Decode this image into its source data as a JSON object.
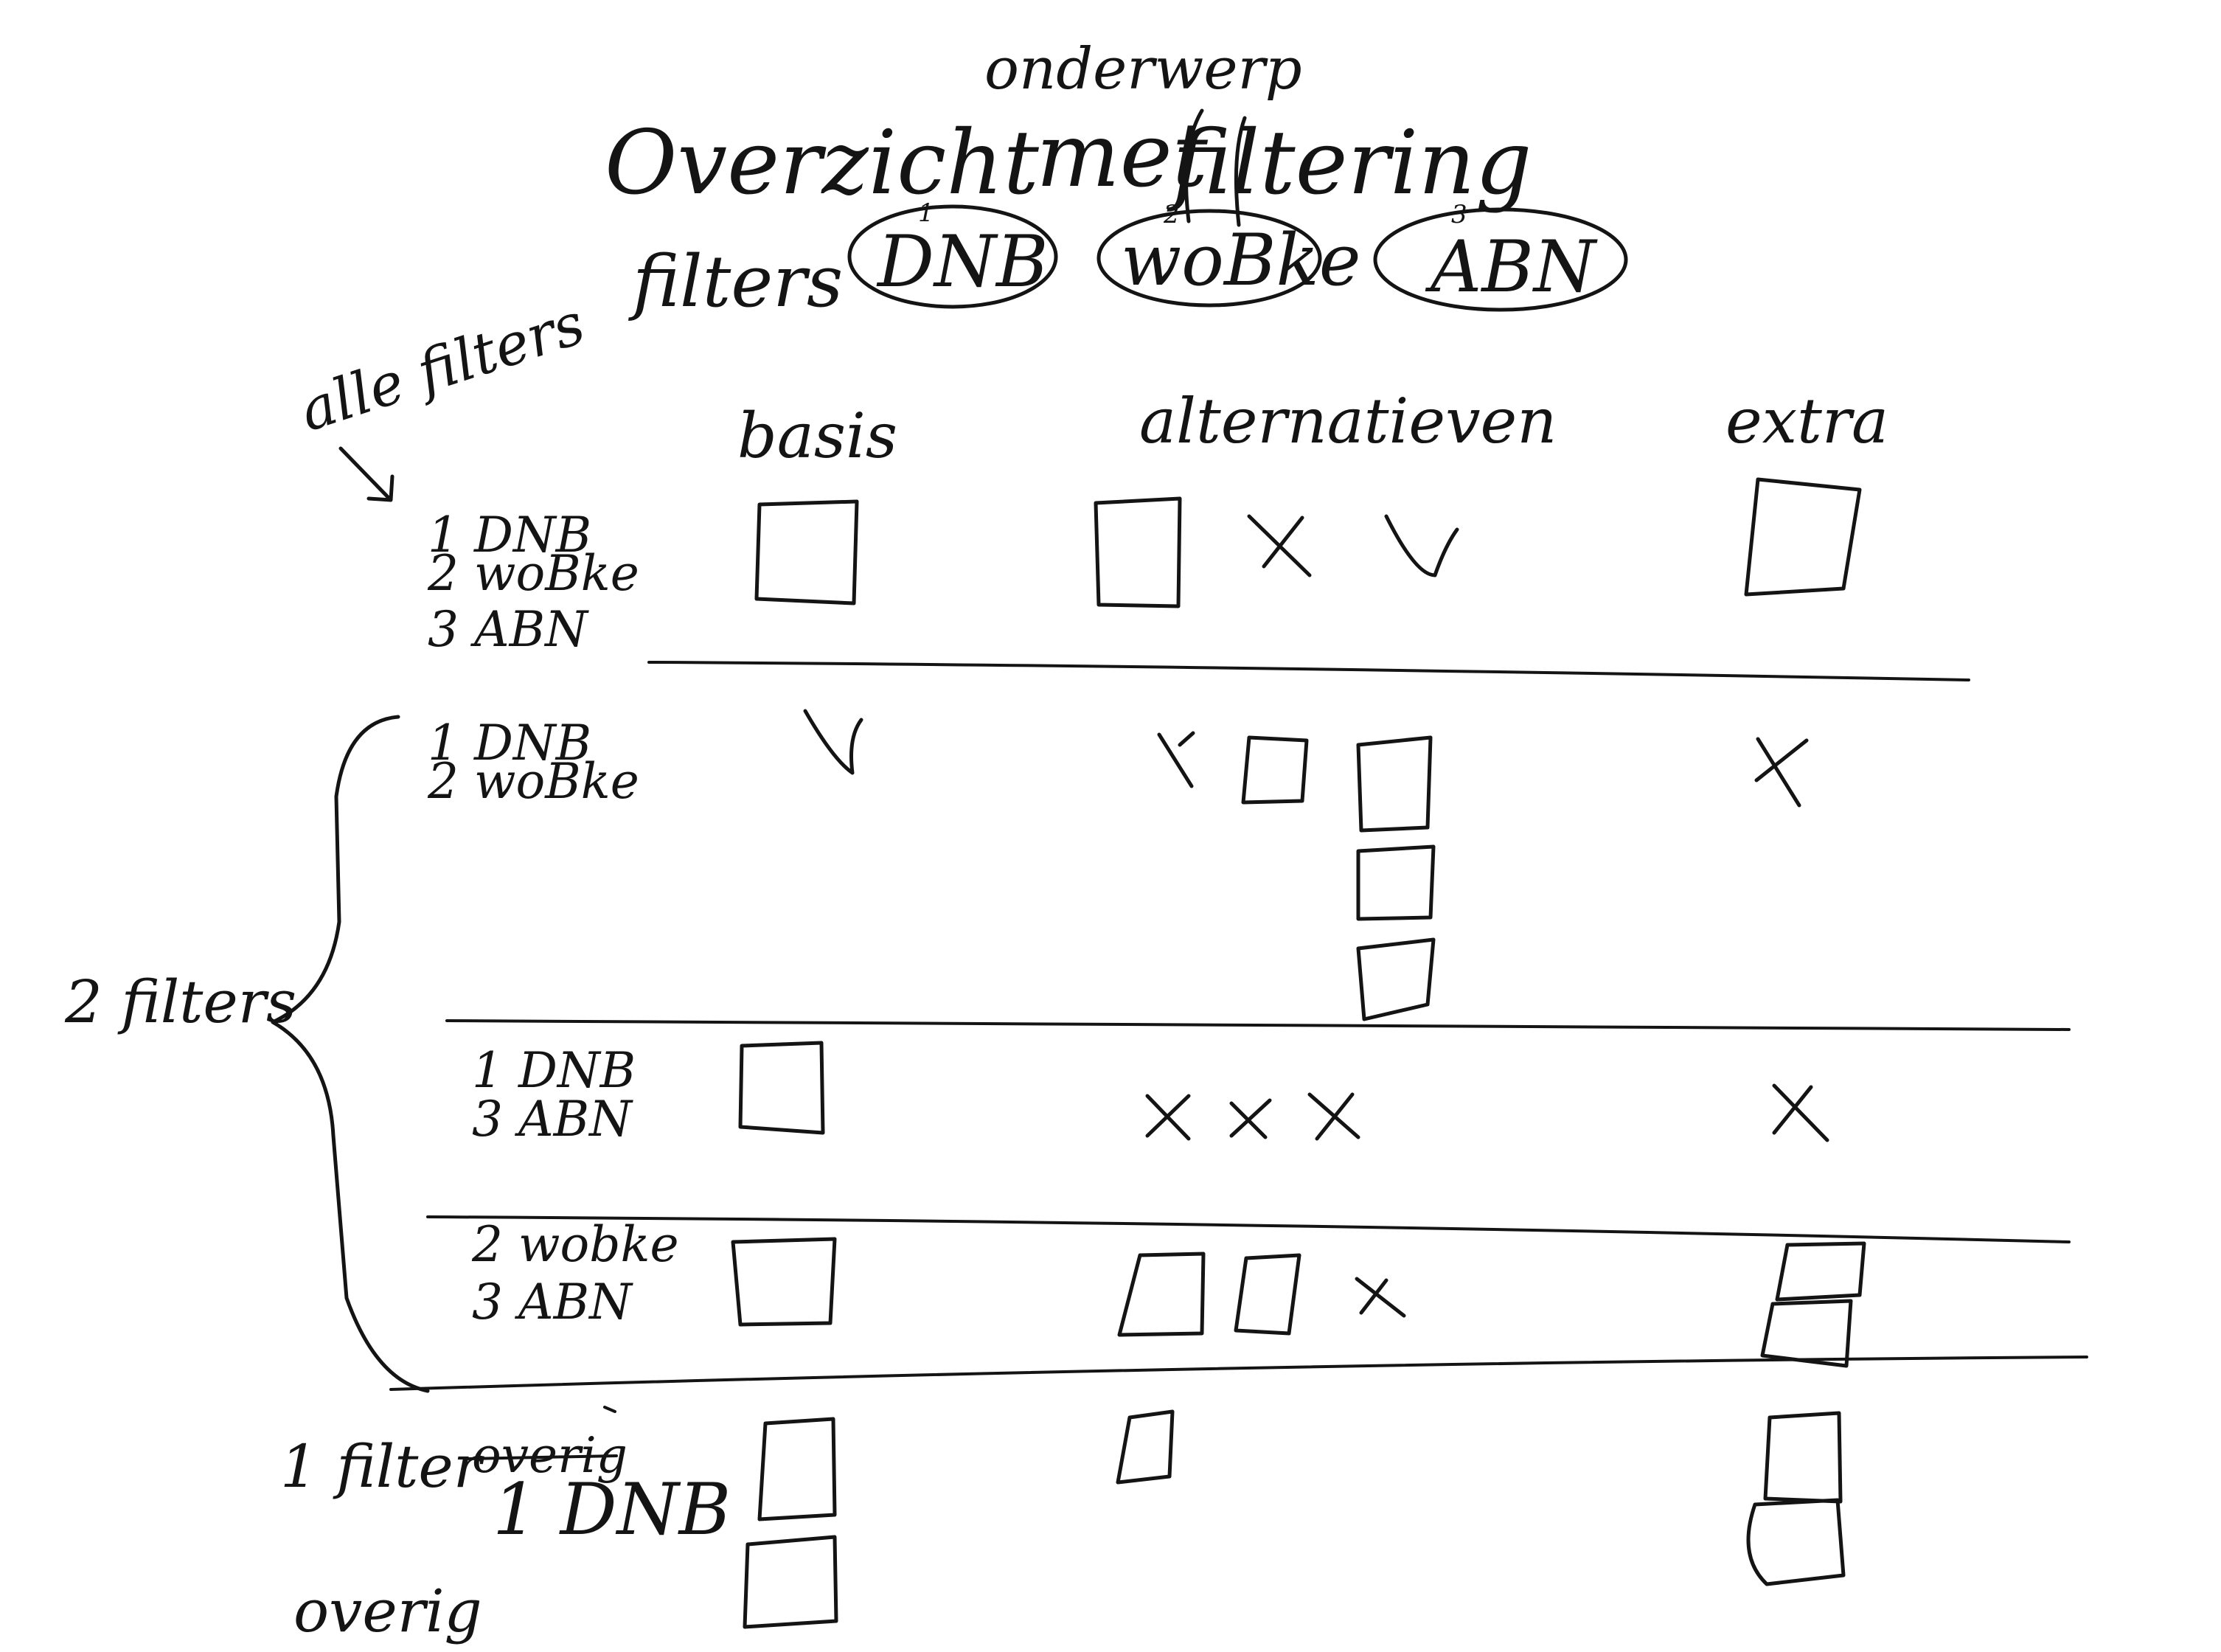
{
  "header": {
    "topic": "onderwerp",
    "title_part1": "Overzicht",
    "title_part2": "met",
    "title_struck": "filtering"
  },
  "filters": {
    "label": "filters",
    "items": [
      {
        "number": "1",
        "label": "DNB"
      },
      {
        "number": "2",
        "label": "woBke"
      },
      {
        "number": "3",
        "label": "ABN"
      }
    ]
  },
  "columns": {
    "basis": "basis",
    "alternatives": "alternatieven",
    "extra": "extra"
  },
  "sides": {
    "all_filters": "alle filters",
    "two_filters": "2 filters",
    "one_filter": "1 filter",
    "one_filter_struck": "overig",
    "rest": "overig"
  },
  "rows": {
    "all": [
      "1 DNB",
      "2 woBke",
      "3 ABN"
    ],
    "dnb_wobke": [
      "1 DNB",
      "2 woBke"
    ],
    "dnb_abn": [
      "1 DNB",
      "3 ABN"
    ],
    "wobke_abn": [
      "2 wobke",
      "3 ABN"
    ],
    "single": [
      "1 DNB"
    ]
  }
}
